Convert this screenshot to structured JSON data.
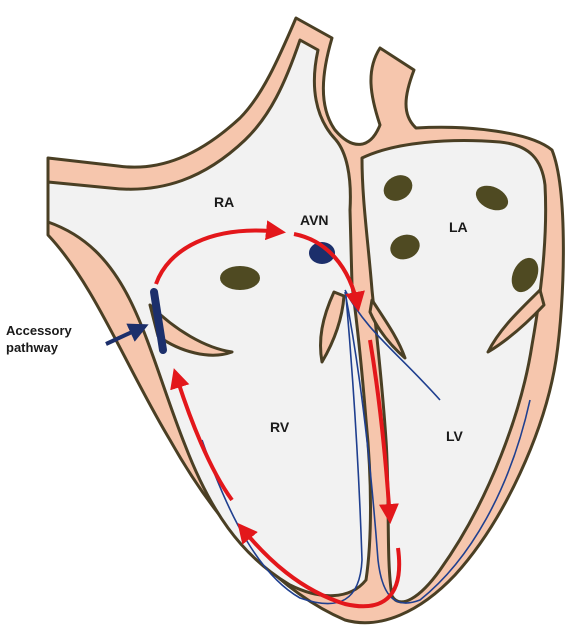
{
  "labels": {
    "ra": "RA",
    "avn": "AVN",
    "la": "LA",
    "rv": "RV",
    "lv": "LV",
    "accessory_line1": "Accessory",
    "accessory_line2": "pathway"
  },
  "colors": {
    "tissue": "#f6c6ad",
    "outline": "#4a3f24",
    "cavity": "#f2f2f2",
    "valve": "#4f4a22",
    "pathway": "#1c2f6b",
    "reentry": "#e3171b",
    "conduction": "#1f3f8f"
  },
  "icons": {
    "accessory_pointer": "arrow-right-icon"
  }
}
